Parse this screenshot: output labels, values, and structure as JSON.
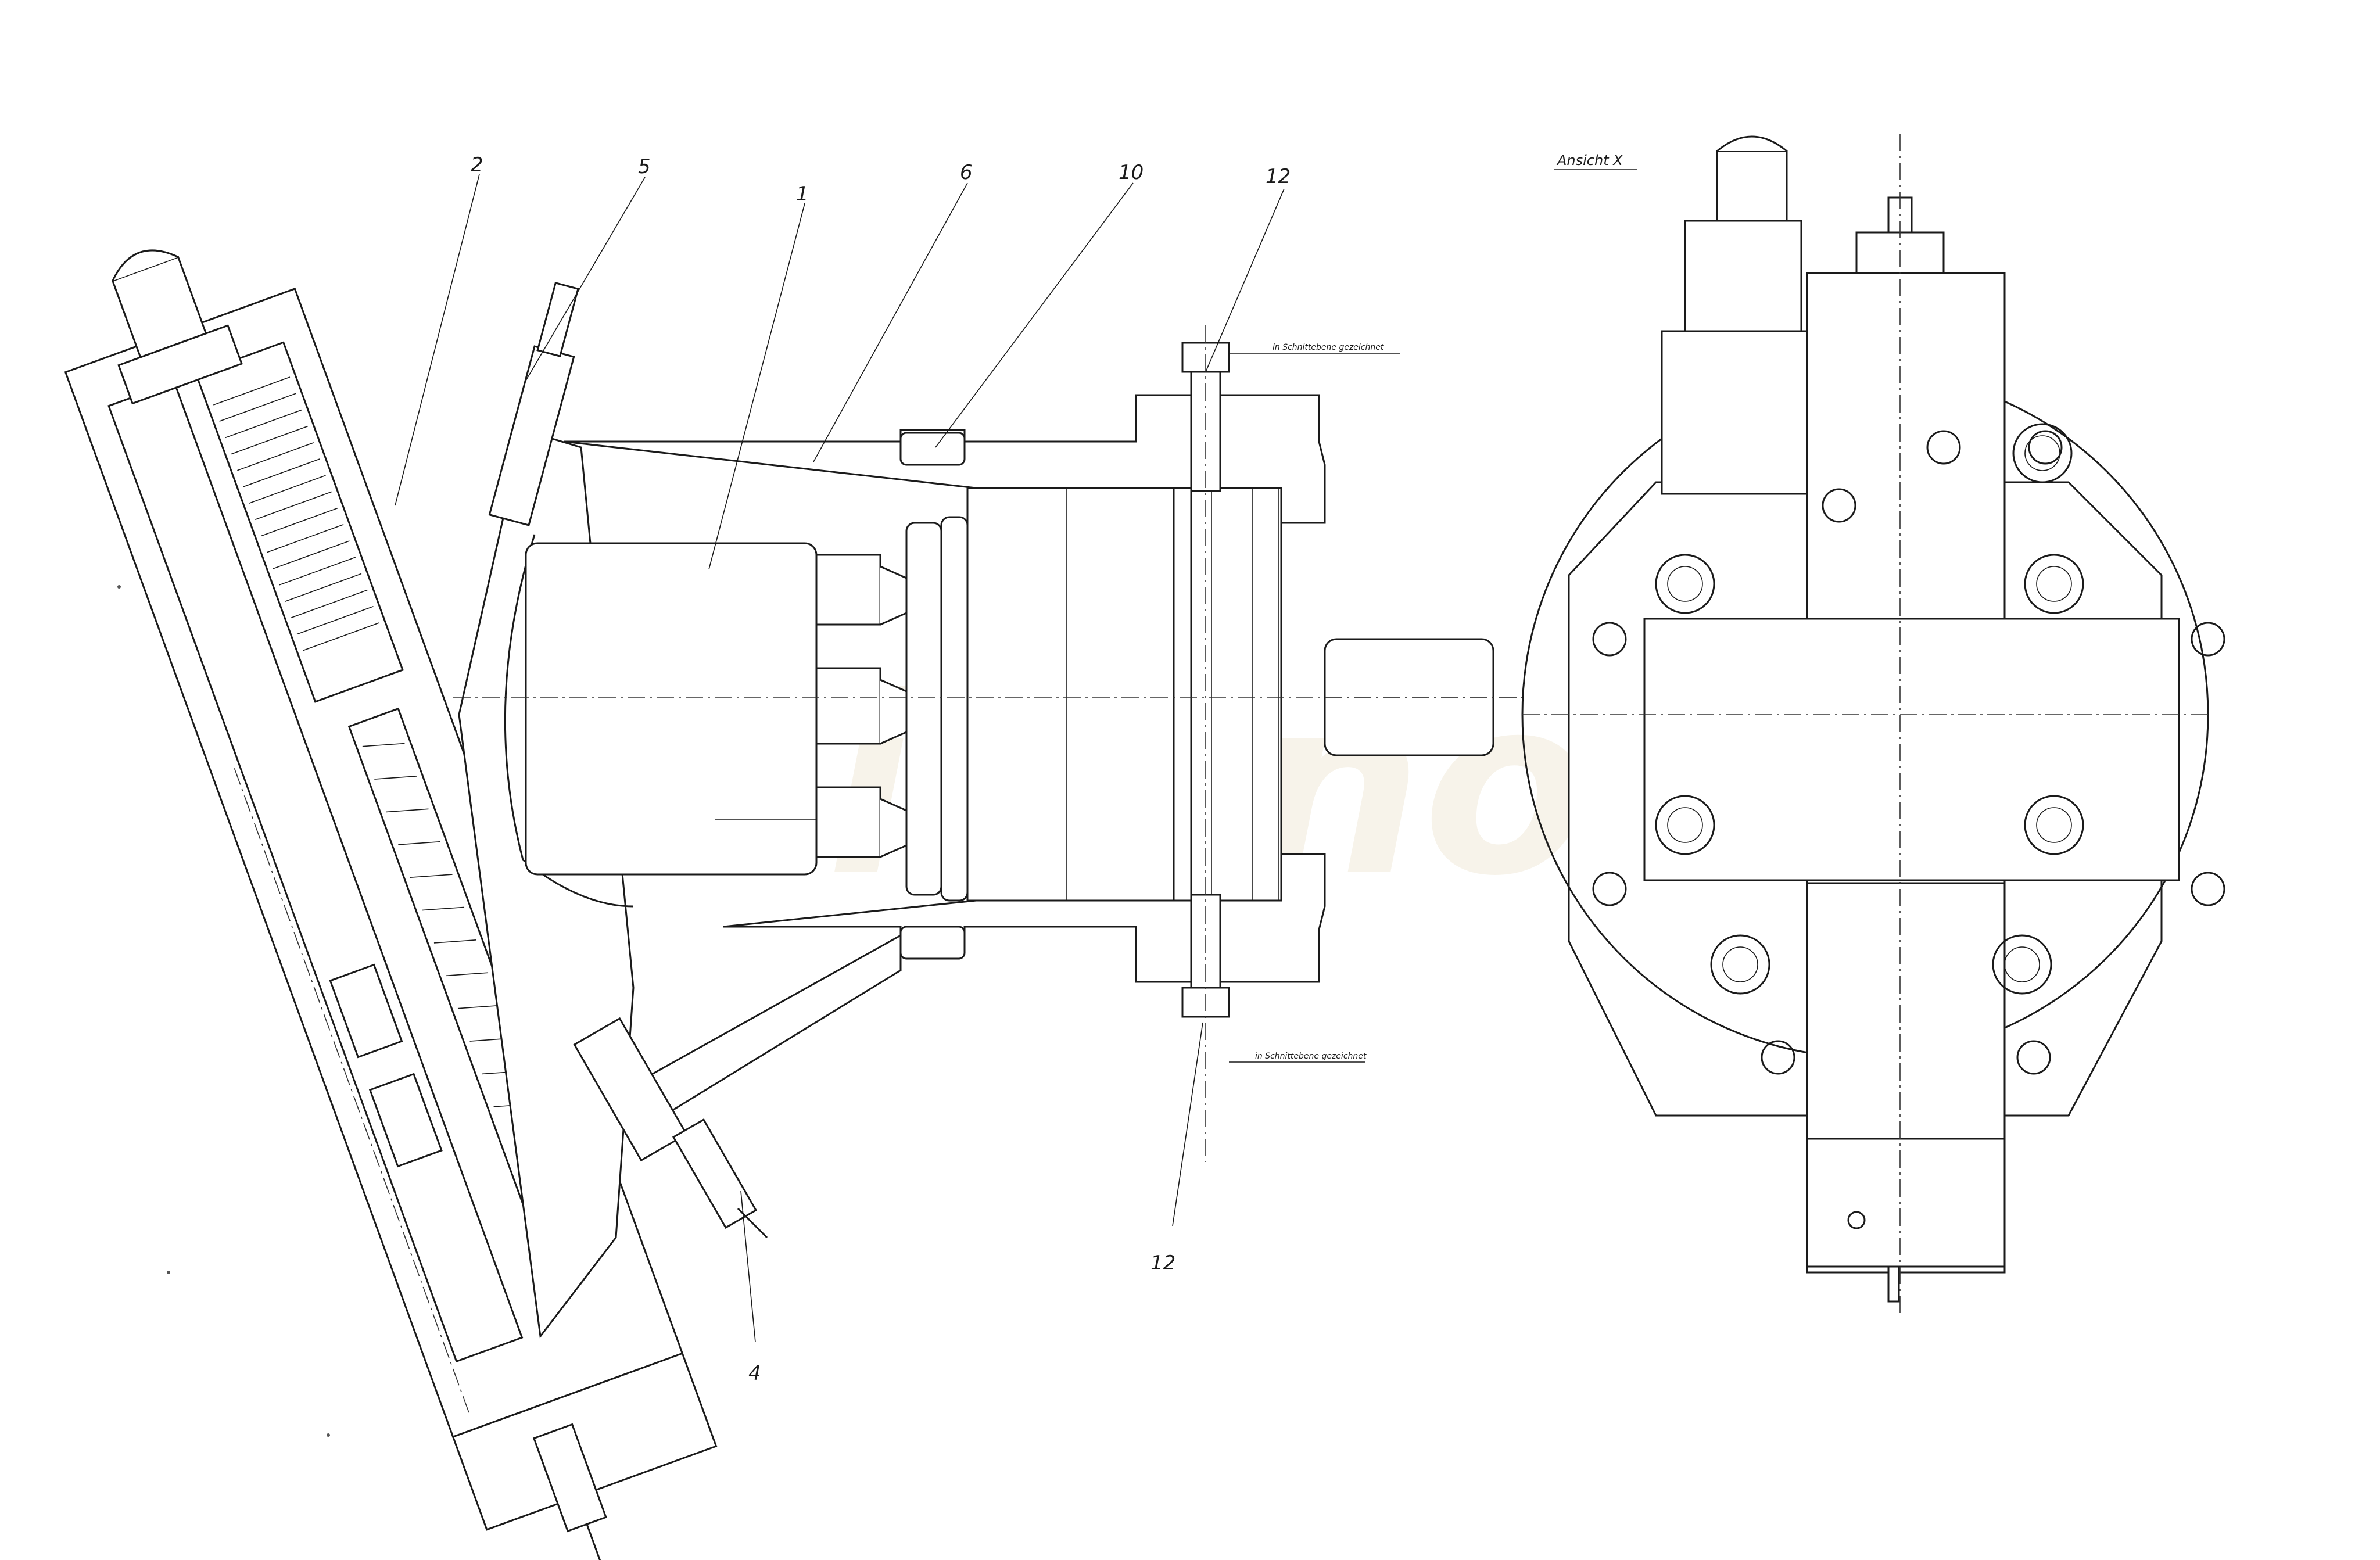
{
  "drawing": {
    "view_title": "Ansicht  X",
    "section_note_top": "in Schnittebene gezeichnet",
    "section_note_bottom": "in Schnittebene gezeichnet",
    "watermark": "Wihano",
    "part_labels": {
      "p1": "1",
      "p2": "2",
      "p4": "4",
      "p5": "5",
      "p6": "6",
      "p10": "10",
      "p12_top": "12",
      "p12_bottom": "12"
    }
  },
  "colors": {
    "line": "#1a1a1a",
    "watermark": "#f1ead9",
    "watermark_accent": "#f6dca8"
  }
}
